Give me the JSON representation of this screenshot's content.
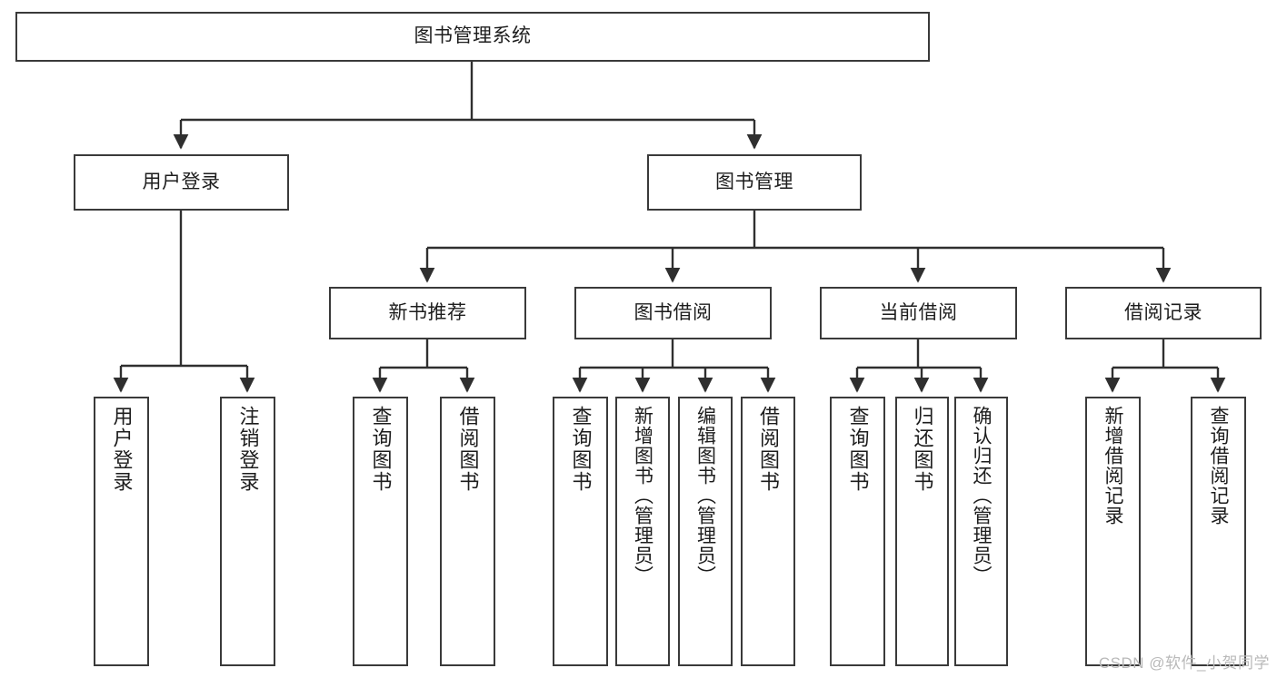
{
  "diagram": {
    "type": "hierarchy-tree",
    "title": "图书管理系统",
    "root": {
      "label": "图书管理系统"
    },
    "level2": [
      {
        "label": "用户登录"
      },
      {
        "label": "图书管理"
      }
    ],
    "level3": [
      {
        "label": "新书推荐"
      },
      {
        "label": "图书借阅"
      },
      {
        "label": "当前借阅"
      },
      {
        "label": "借阅记录"
      }
    ],
    "leaves": {
      "user_login": [
        {
          "label": "用户登录"
        },
        {
          "label": "注销登录"
        }
      ],
      "new_book_recommend": [
        {
          "label": "查询图书"
        },
        {
          "label": "借阅图书"
        }
      ],
      "book_borrow": [
        {
          "label": "查询图书"
        },
        {
          "label": "新增图书（管理员）"
        },
        {
          "label": "编辑图书（管理员）"
        },
        {
          "label": "借阅图书"
        }
      ],
      "current_borrow": [
        {
          "label": "查询图书"
        },
        {
          "label": "归还图书"
        },
        {
          "label": "确认归还（管理员）"
        }
      ],
      "borrow_record": [
        {
          "label": "新增借阅记录"
        },
        {
          "label": "查询借阅记录"
        }
      ]
    }
  },
  "watermark": {
    "text": "CSDN @软件_小贺同学"
  },
  "colors": {
    "box_border": "#3a3a3a",
    "box_fill": "#ffffff",
    "connector": "#2f2f2f",
    "text": "#1d1d1d",
    "watermark": "#b9b9b9"
  }
}
